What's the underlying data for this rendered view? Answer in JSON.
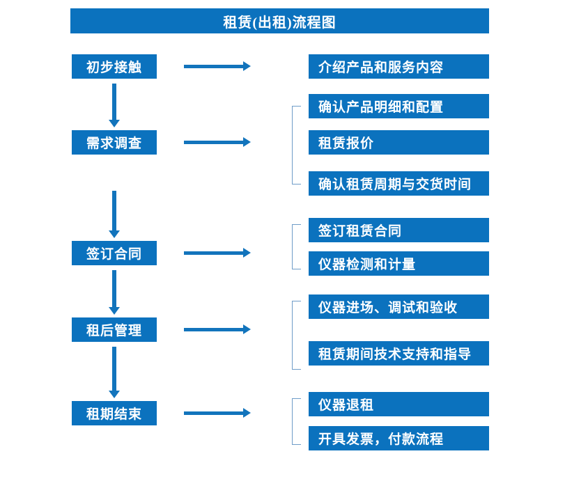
{
  "title": "租赁(出租)流程图",
  "colors": {
    "box_blue": "#0B72BE",
    "arrow_blue": "#1274BC",
    "bracket_blue": "#6E9CC8",
    "text_white": "#FFFFFF",
    "background": "#FFFFFF"
  },
  "flow": {
    "stages": [
      {
        "label": "初步接触"
      },
      {
        "label": "需求调查"
      },
      {
        "label": "签订合同"
      },
      {
        "label": "租后管理"
      },
      {
        "label": "租期结束"
      }
    ],
    "details": [
      {
        "label": "介绍产品和服务内容"
      },
      {
        "label": "确认产品明细和配置"
      },
      {
        "label": "租赁报价"
      },
      {
        "label": "确认租赁周期与交货时间"
      },
      {
        "label": "签订租赁合同"
      },
      {
        "label": "仪器检测和计量"
      },
      {
        "label": "仪器进场、调试和验收"
      },
      {
        "label": "租赁期间技术支持和指导"
      },
      {
        "label": "仪器退租"
      },
      {
        "label": "开具发票，付款流程"
      }
    ]
  }
}
